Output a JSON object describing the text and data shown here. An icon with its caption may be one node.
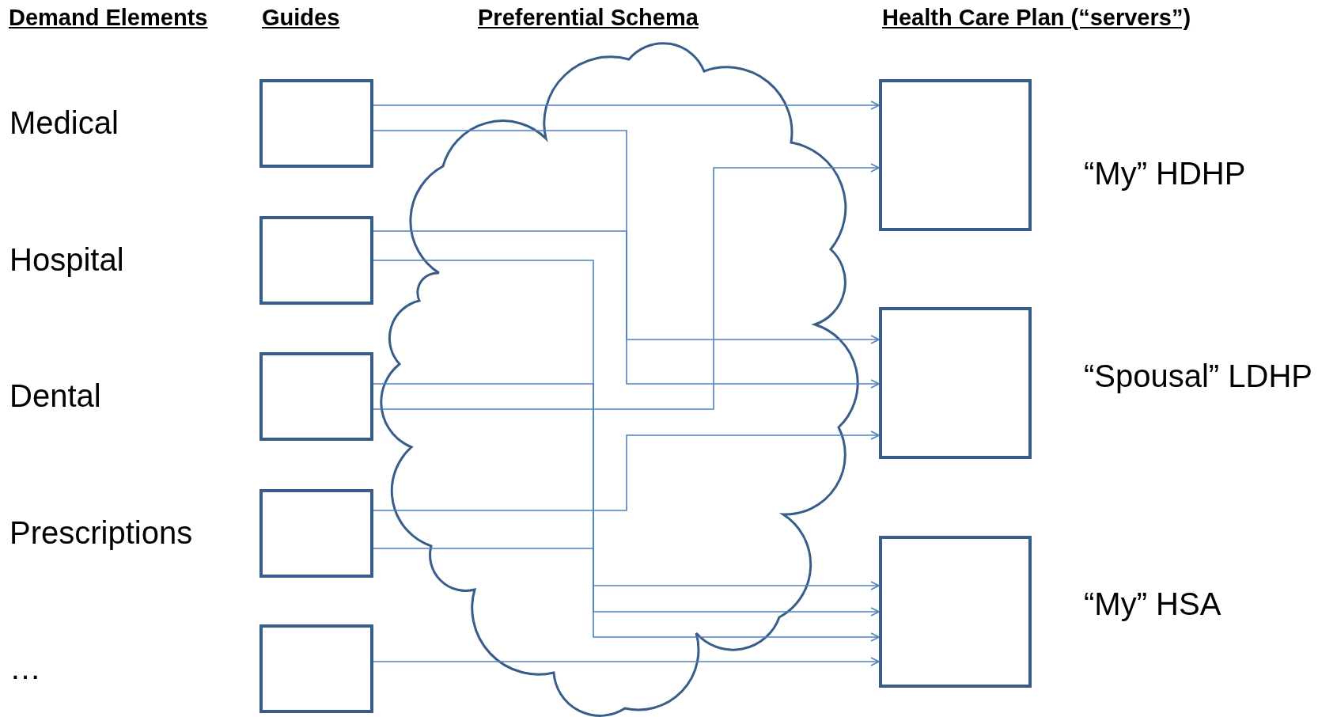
{
  "diagram": {
    "nodes": [
      {
        "text": [],
        "shape": "box"
      },
      {
        "text": [],
        "shape": "box"
      },
      {
        "text": [],
        "shape": "box"
      },
      {
        "text": [],
        "shape": "box"
      },
      {
        "text": [],
        "shape": "box"
      },
      {
        "text": [],
        "shape": "box",
        "beside": [
          "“My” HDHP"
        ]
      },
      {
        "text": [],
        "shape": "box",
        "beside": [
          "“Spousal” LDHP"
        ]
      },
      {
        "text": [],
        "shape": "box",
        "beside": [
          "“My” HSA"
        ]
      }
    ],
    "edges": [
      {
        "from": 0,
        "to": 5,
        "arrow": "to"
      },
      {
        "from": 0,
        "to": 6,
        "arrow": "to"
      },
      {
        "from": 1,
        "to": 6,
        "arrow": "to"
      },
      {
        "from": 1,
        "to": 7,
        "arrow": "to"
      },
      {
        "from": 2,
        "to": 7,
        "arrow": "to"
      },
      {
        "from": 2,
        "to": 5,
        "arrow": "to"
      },
      {
        "from": 3,
        "to": 6,
        "arrow": "to"
      },
      {
        "from": 3,
        "to": 7,
        "arrow": "to"
      },
      {
        "from": 4,
        "to": 7,
        "arrow": "to"
      }
    ],
    "labels": [
      "Demand Elements",
      "Guides",
      "Preferential Schema",
      "Health Care Plan (“servers”)",
      "Medical",
      "Hospital",
      "Dental",
      "Prescriptions",
      "…"
    ]
  }
}
